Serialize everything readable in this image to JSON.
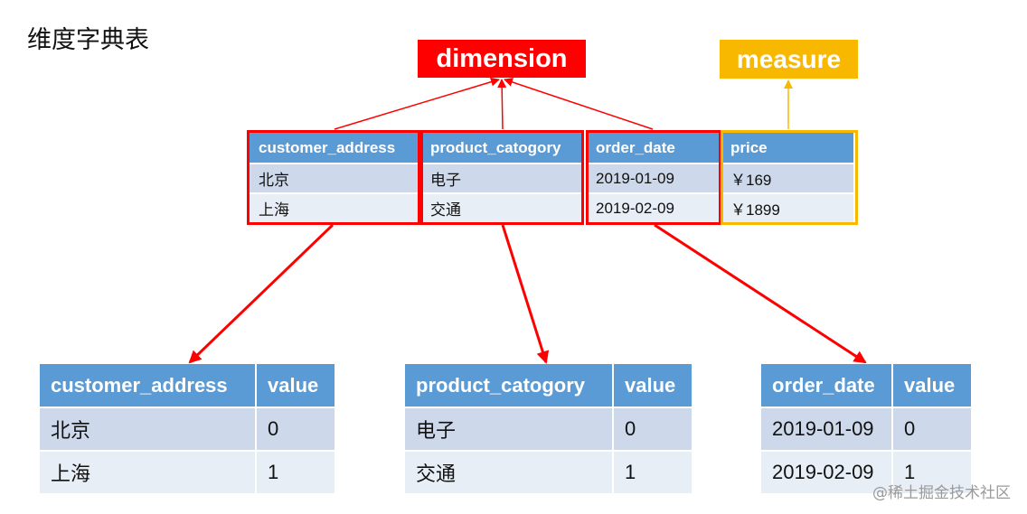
{
  "title": "维度字典表",
  "labels": {
    "dimension": "dimension",
    "measure": "measure"
  },
  "colors": {
    "dimension_red": "#ff0000",
    "measure_yellow": "#f9b800",
    "header_blue": "#5b9bd5",
    "row_dark": "#cdd9ea",
    "row_light": "#e8eef6"
  },
  "fact_table": {
    "headers": [
      "customer_address",
      "product_catogory",
      "order_date",
      "price"
    ],
    "rows": [
      [
        "北京",
        "电子",
        "2019-01-09",
        "￥169"
      ],
      [
        "上海",
        "交通",
        "2019-02-09",
        "￥1899"
      ]
    ]
  },
  "dimension_tables": [
    {
      "headers": [
        "customer_address",
        "value"
      ],
      "rows": [
        [
          "北京",
          "0"
        ],
        [
          "上海",
          "1"
        ]
      ]
    },
    {
      "headers": [
        "product_catogory",
        "value"
      ],
      "rows": [
        [
          "电子",
          "0"
        ],
        [
          "交通",
          "1"
        ]
      ]
    },
    {
      "headers": [
        "order_date",
        "value"
      ],
      "rows": [
        [
          "2019-01-09",
          "0"
        ],
        [
          "2019-02-09",
          "1"
        ]
      ]
    }
  ],
  "watermark": "@稀土掘金技术社区"
}
